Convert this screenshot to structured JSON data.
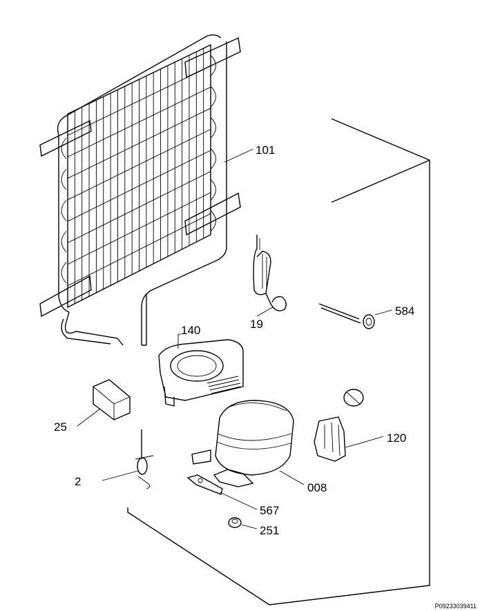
{
  "diagram": {
    "code": "P09233039411",
    "parts": [
      {
        "id": "condenser",
        "label": "101"
      },
      {
        "id": "heater",
        "label": "19"
      },
      {
        "id": "sensor",
        "label": "584"
      },
      {
        "id": "tray",
        "label": "140"
      },
      {
        "id": "relay-box",
        "label": "25"
      },
      {
        "id": "compressor",
        "label": "2"
      },
      {
        "id": "starter-relay",
        "label": "008"
      },
      {
        "id": "dryer",
        "label": "120"
      },
      {
        "id": "bracket",
        "label": "567"
      },
      {
        "id": "grommet",
        "label": "251"
      }
    ]
  }
}
